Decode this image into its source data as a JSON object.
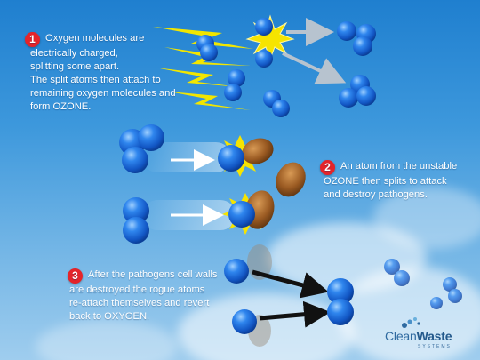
{
  "steps": [
    {
      "number": "1",
      "lines": [
        "Oxygen molecules are",
        "electrically charged,",
        "splitting some apart.",
        "The split atoms then attach to",
        "remaining oxygen molecules and",
        "form OZONE."
      ]
    },
    {
      "number": "2",
      "lines": [
        "An atom from the unstable",
        "OZONE then splits to attack",
        "and destroy pathogens."
      ]
    },
    {
      "number": "3",
      "lines": [
        "After the pathogens cell walls",
        "are destroyed the rogue atoms",
        "re-attach themselves and revert",
        "back to OXYGEN."
      ]
    }
  ],
  "logo": {
    "name_part1": "Clean",
    "name_part2": "Waste",
    "tagline": "SYSTEMS"
  },
  "colors": {
    "sky_top": "#1f7fcf",
    "sky_bottom": "#9fcdee",
    "atom": "#1e6fe0",
    "lightning": "#f2e600",
    "step_badge": "#e4242a",
    "pathogen": "#a8662a",
    "arrow_white": "#ffffff",
    "arrow_black": "#111111"
  }
}
